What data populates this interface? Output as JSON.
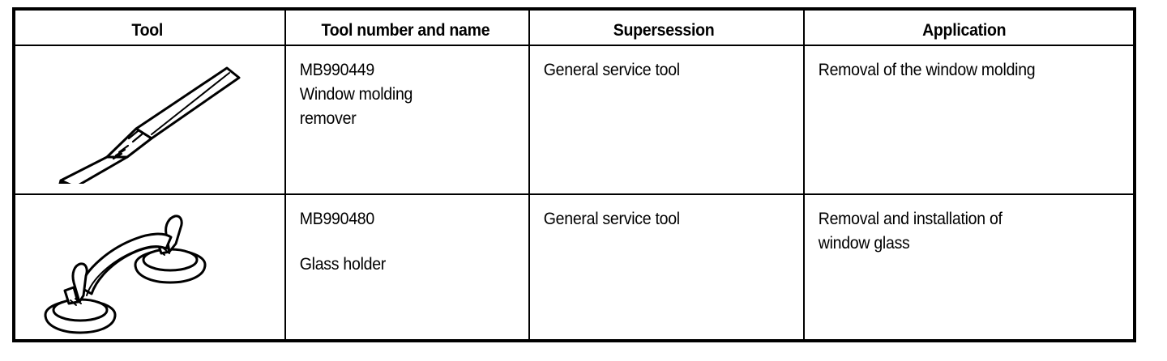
{
  "table": {
    "headers": [
      {
        "label": "Tool"
      },
      {
        "label": "Tool number and name"
      },
      {
        "label": "Supersession"
      },
      {
        "label": "Application"
      }
    ],
    "rows": [
      {
        "tool_illustration": "window-molding-remover-tool",
        "tool_number": "MB990449",
        "tool_name_line1": "Window molding",
        "tool_name_line2": "remover",
        "supersession": "General service tool",
        "application": "Removal of the window molding"
      },
      {
        "tool_illustration": "glass-holder-tool",
        "tool_number": "MB990480",
        "tool_name_line1": "Glass holder",
        "tool_name_line2": "",
        "supersession": "General service tool",
        "application_line1": "Removal and installation of",
        "application_line2": "window glass"
      }
    ]
  },
  "style": {
    "ink": "#000000",
    "paper": "#ffffff"
  }
}
